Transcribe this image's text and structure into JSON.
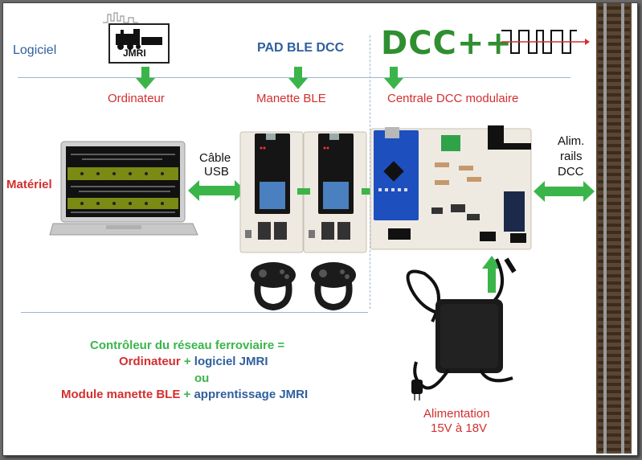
{
  "row_labels": {
    "logiciel": "Logiciel",
    "materiel": "Matériel"
  },
  "headers": {
    "jmri_logo": "JMRI",
    "pad": "PAD BLE DCC",
    "dccpp": "DCC++"
  },
  "components": {
    "ordinateur": "Ordinateur",
    "manette": "Manette BLE",
    "centrale": "Centrale DCC modulaire"
  },
  "links": {
    "cable_line1": "Câble",
    "cable_line2": "USB",
    "alim_rails_line1": "Alim.",
    "alim_rails_line2": "rails",
    "alim_rails_line3": "DCC"
  },
  "summary": {
    "line1": "Contrôleur du réseau ferroviaire =",
    "line2_a": "Ordinateur",
    "line2_plus": " + ",
    "line2_b": "logiciel JMRI",
    "line3": "ou",
    "line4_a": "Module manette BLE",
    "line4_plus": " + ",
    "line4_b": "apprentissage JMRI"
  },
  "power": {
    "line1": "Alimentation",
    "line2": "15V à 18V"
  },
  "colors": {
    "red": "#d32f2f",
    "blue": "#2f5f9e",
    "green": "#3bb54a",
    "dcc_green": "#2f8f2f",
    "pcb_blue": "#1e4fbf",
    "rail_brown": "#5a4632"
  }
}
